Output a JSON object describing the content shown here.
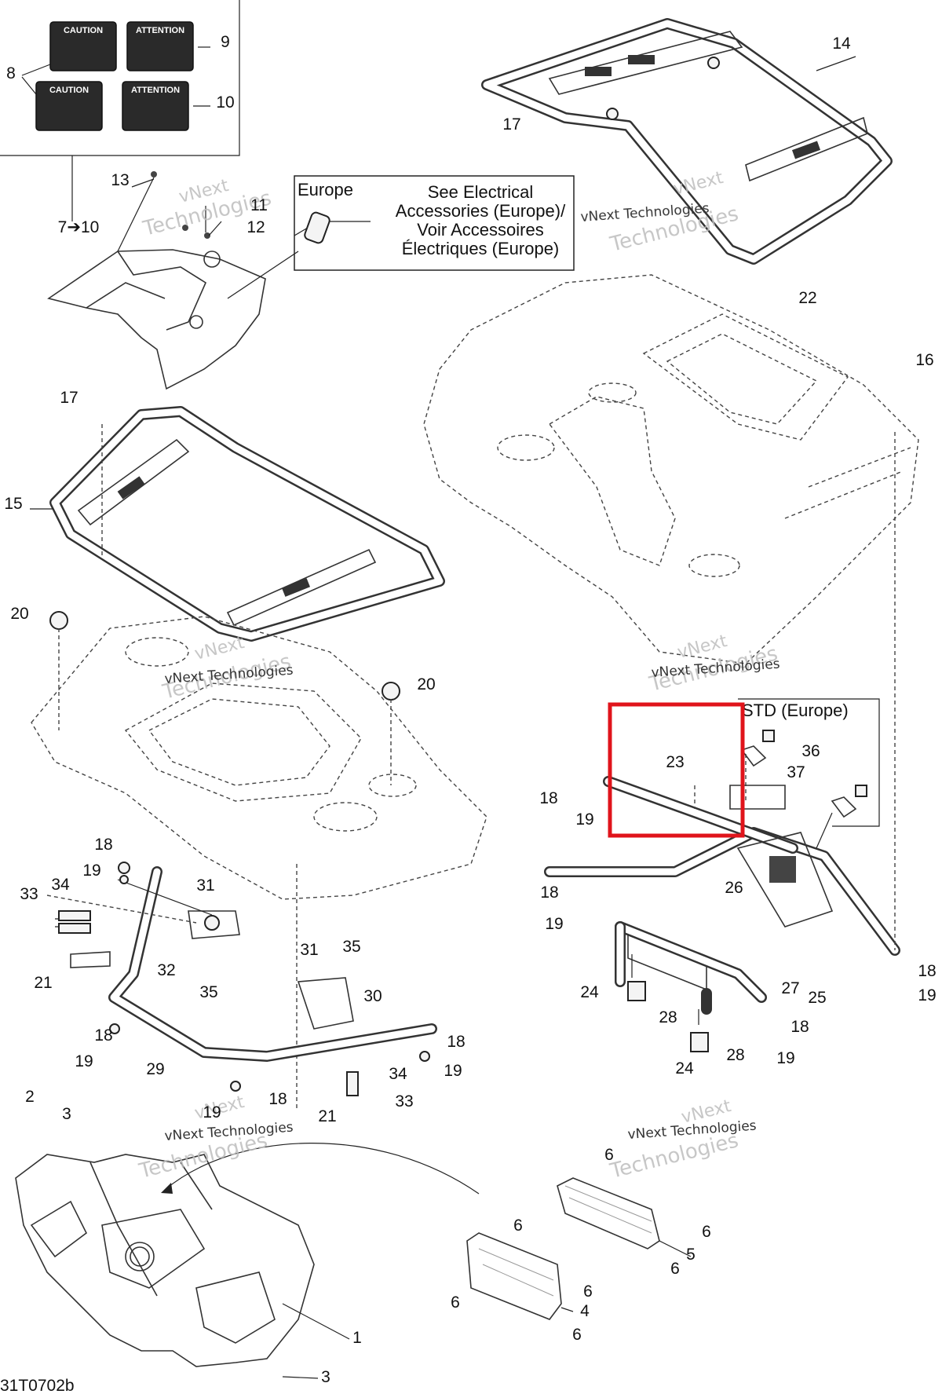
{
  "diagram": {
    "callouts": {
      "europe_title": "Europe",
      "electrical_note": [
        "See Electrical",
        "Accessories (Europe)/",
        "Voir Accessoires",
        "Électriques (Europe)"
      ],
      "std_europe": "STD (Europe)"
    },
    "decals": {
      "caution": "CAUTION",
      "attention": "ATTENTION"
    },
    "part_labels": [
      "1",
      "2",
      "3",
      "4",
      "5",
      "6",
      "7➔10",
      "8",
      "9",
      "10",
      "11",
      "12",
      "13",
      "14",
      "15",
      "16",
      "17",
      "18",
      "19",
      "20",
      "21",
      "22",
      "23",
      "24",
      "25",
      "26",
      "27",
      "28",
      "29",
      "30",
      "31",
      "32",
      "33",
      "34",
      "35",
      "36",
      "37"
    ],
    "drawing_code": "31T0702b",
    "watermark": [
      "vNext",
      "Technologies"
    ],
    "highlight": {
      "color": "#e0141b",
      "target": "23"
    }
  }
}
